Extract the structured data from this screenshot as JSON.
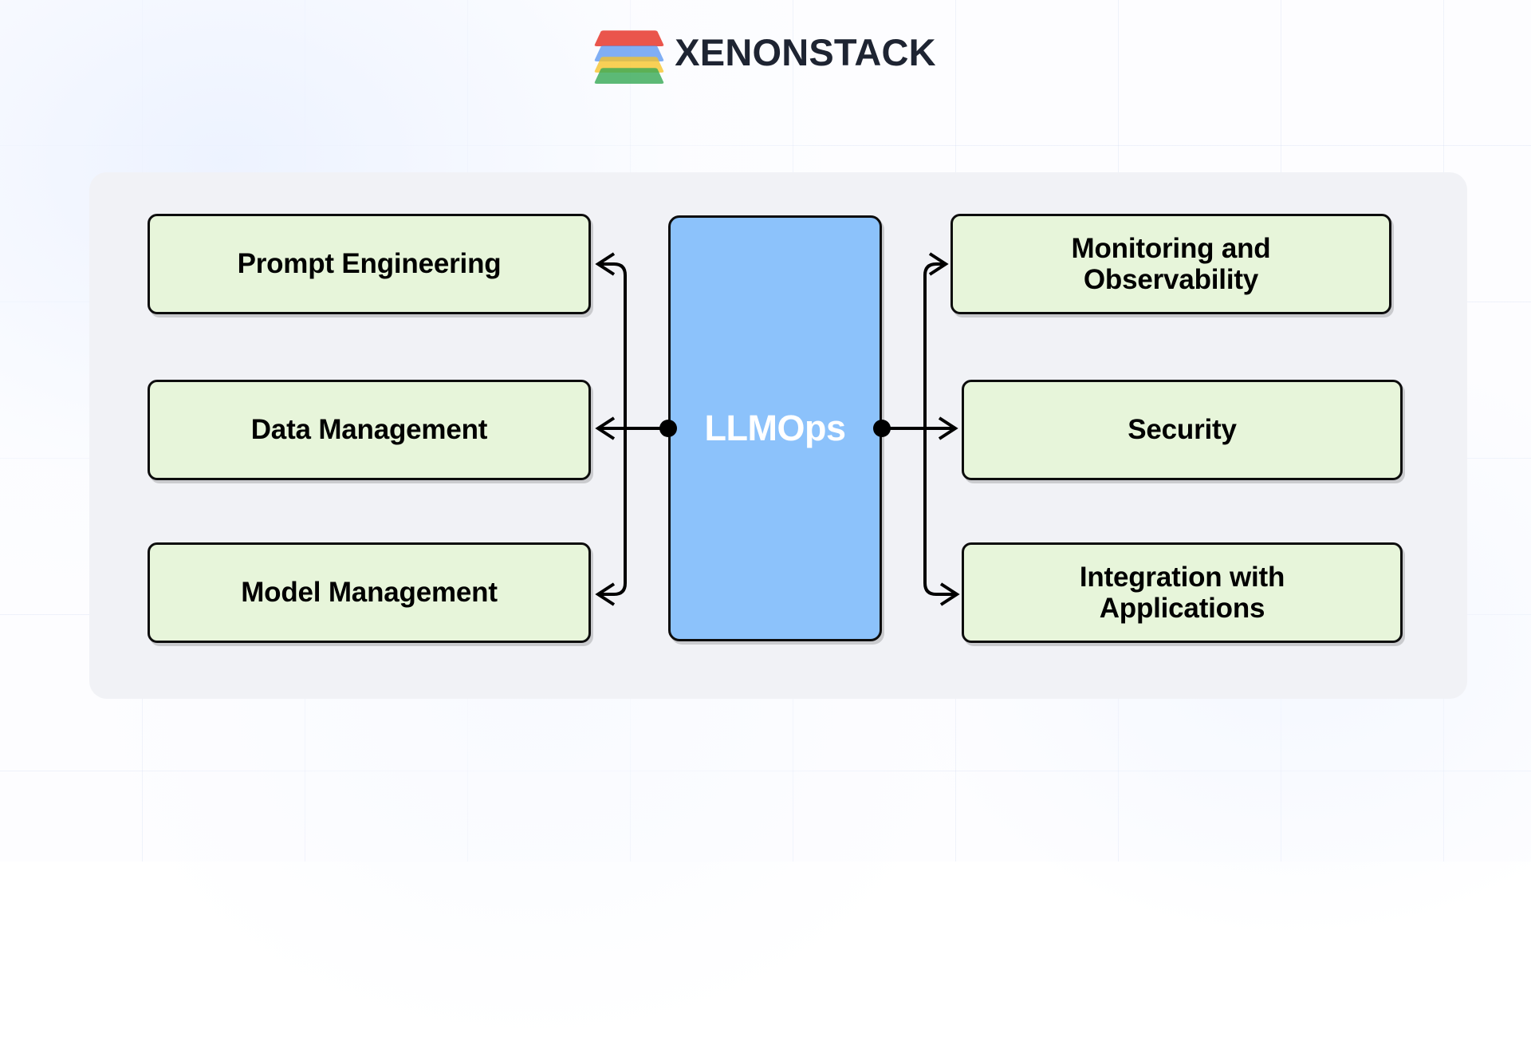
{
  "brand": {
    "name": "XENONSTACK",
    "logo_icon": "xenonstack-stacked-layers-icon",
    "logo_layers": [
      {
        "name": "layer-red",
        "color": "#e8453c"
      },
      {
        "name": "layer-blue",
        "color": "#4f8ff0"
      },
      {
        "name": "layer-yellow",
        "color": "#f7c325"
      },
      {
        "name": "layer-green",
        "color": "#34a853"
      }
    ]
  },
  "diagram": {
    "type": "hub-and-spoke",
    "panel_color": "#f1f2f6",
    "hub": {
      "label": "LLMOps",
      "fill": "#8cc2fb",
      "text_color": "#ffffff",
      "border_color": "#0d0d0d"
    },
    "node_style": {
      "fill": "#e7f5da",
      "text_color": "#000000",
      "border_color": "#0d0d0d"
    },
    "left_nodes": [
      {
        "label": "Prompt Engineering"
      },
      {
        "label": "Data Management"
      },
      {
        "label": "Model Management"
      }
    ],
    "right_nodes": [
      {
        "label_line1": "Monitoring and",
        "label_line2": "Observability"
      },
      {
        "label_line1": "Security",
        "label_line2": ""
      },
      {
        "label_line1": "Integration with",
        "label_line2": "Applications"
      }
    ],
    "connector": {
      "style": "orthogonal-elbow",
      "arrowheads": "both-sides-outward",
      "junction_marker": "filled-dot",
      "stroke_color": "#000000"
    }
  }
}
